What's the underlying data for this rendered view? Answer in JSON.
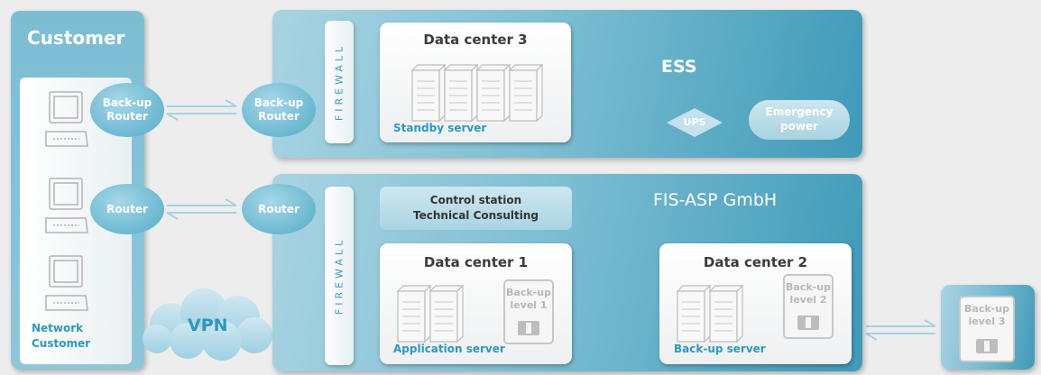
{
  "customer": {
    "title": "Customer",
    "network_label_1": "Network",
    "network_label_2": "Customer",
    "backup_router_line1": "Back-up",
    "backup_router_line2": "Router",
    "router": "Router"
  },
  "vpn": "VPN",
  "ess": {
    "title": "ESS",
    "firewall": "FIREWALL",
    "backup_router_line1": "Back-up",
    "backup_router_line2": "Router",
    "datacenter_title": "Data center 3",
    "server_label": "Standby server",
    "ups": "UPS",
    "emergency_line1": "Emergency",
    "emergency_line2": "power"
  },
  "fis": {
    "title": "FIS-ASP GmbH",
    "firewall": "FIREWALL",
    "router": "Router",
    "control_line1": "Control station",
    "control_line2": "Technical Consulting",
    "dc1_title": "Data center 1",
    "dc1_server": "Application server",
    "dc1_backup_line1": "Back-up",
    "dc1_backup_line2": "level 1",
    "dc2_title": "Data center 2",
    "dc2_server": "Back-up server",
    "dc2_backup_line1": "Back-up",
    "dc2_backup_line2": "level 2"
  },
  "level3": {
    "line1": "Back-up",
    "line2": "level 3"
  },
  "colors": {
    "panel_dark": "#3f9ab8",
    "panel_light": "#a9d3e2",
    "accent_text": "#2d98be",
    "arrow": "#a6d2e2"
  }
}
